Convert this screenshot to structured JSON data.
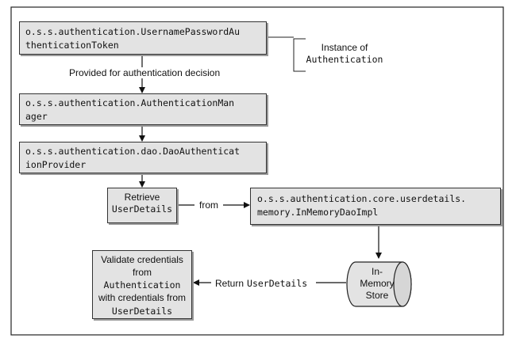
{
  "nodes": {
    "token": {
      "line1": "o.s.s.authentication.UsernamePasswordAu",
      "line2": "thenticationToken"
    },
    "manager": {
      "line1": "o.s.s.authentication.AuthenticationMan",
      "line2": "ager"
    },
    "provider": {
      "line1": "o.s.s.authentication.dao.DaoAuthenticat",
      "line2": "ionProvider"
    },
    "retrieve": {
      "line1": "Retrieve",
      "line2": "UserDetails"
    },
    "inmemory_dao": {
      "line1": "o.s.s.authentication.core.userdetails.",
      "line2": "memory.InMemoryDaoImpl"
    },
    "store": {
      "line1": "In-",
      "line2": "Memory",
      "line3": "Store"
    },
    "validate": {
      "line1": "Validate credentials",
      "line2": "from",
      "line3": "Authentication",
      "line4": "with credentials from",
      "line5": "UserDetails"
    }
  },
  "annotations": {
    "instance_of": {
      "line1": "Instance of",
      "line2": "Authentication"
    },
    "provided_for": "Provided for authentication decision",
    "from": "from",
    "return_prefix": "Return",
    "return_mono": "UserDetails"
  }
}
